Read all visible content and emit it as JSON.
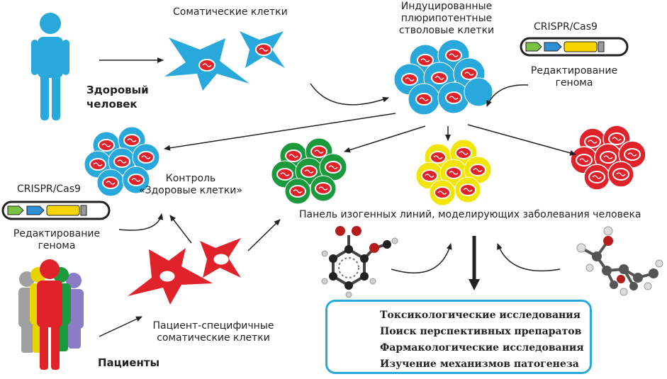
{
  "labels": {
    "healthy_person": "Здоровый человек",
    "somatic_cells": "Соматические клетки",
    "ipsc": "Индуцированные плюрипотентные стволовые клетки",
    "crispr_top": "CRISPR/Cas9",
    "editing_top": "Редактирование генома",
    "crispr_left": "CRISPR/Cas9",
    "editing_left": "Редактирование генома",
    "control": "Контроль «Здоровые клетки»",
    "panel": "Панель изогенных линий, моделирующих заболевания человека",
    "patient_cells": "Пациент-специфичные соматические клетки",
    "patients": "Пациенты"
  },
  "applications": [
    "Токсикологические исследования",
    "Поиск перспективных препаратов",
    "Фармакологические исследования",
    "Изучение механизмов патогенеза"
  ],
  "colors": {
    "blue_cells": "#29a8dc",
    "green_cells": "#1a9a3c",
    "yellow_cells": "#f2e600",
    "red_cells": "#e0222a",
    "nucleus": "#e0222a",
    "box_border": "#29a8dc"
  }
}
